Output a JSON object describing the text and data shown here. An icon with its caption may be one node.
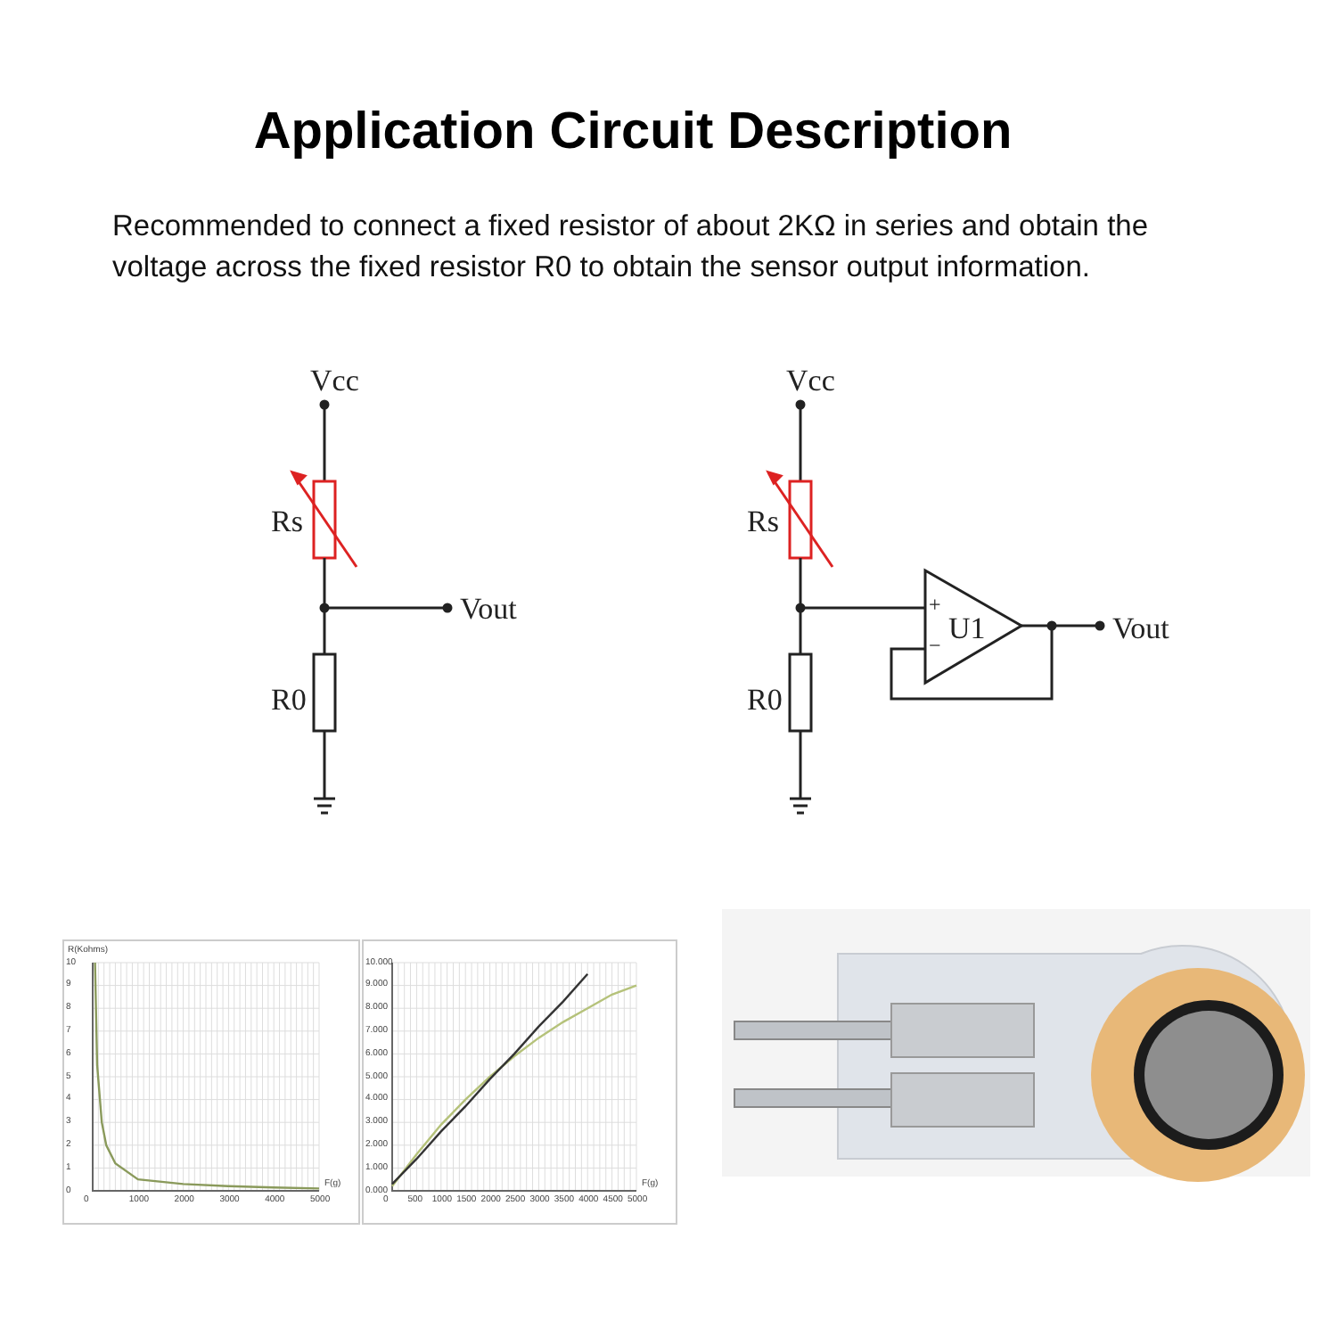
{
  "diagram": {
    "title": "Application Circuit Description",
    "caption": "Recommended to connect a fixed resistor of about 2KΩ in series and obtain the voltage across the fixed resistor R0 to obtain the sensor output information.",
    "labels": [
      "Vcc",
      "Rs",
      "Vout",
      "R0",
      "Vcc",
      "Rs",
      "+",
      "U1",
      "−",
      "Vout",
      "R0"
    ],
    "chart_data": [
      {
        "type": "line",
        "grid": true,
        "ylabel": "R(Kohms)",
        "xlabel": "F(g)",
        "x": [
          50,
          100,
          200,
          300,
          500,
          1000,
          2000,
          3000,
          4000,
          5000
        ],
        "series": [
          {
            "color": "#8a9a5b",
            "values": [
              10,
              5.5,
              3,
              2,
              1.2,
              0.5,
              0.3,
              0.2,
              0.15,
              0.1
            ]
          }
        ],
        "xlim": [
          0,
          5000
        ],
        "ylim": [
          0,
          10
        ],
        "xticks": [
          0,
          1000,
          2000,
          3000,
          4000,
          5000
        ],
        "yticks": [
          0,
          1,
          2,
          3,
          4,
          5,
          6,
          7,
          8,
          9,
          10
        ]
      },
      {
        "type": "line",
        "grid": true,
        "xlabel": "F(g)",
        "x": [
          0,
          500,
          1000,
          1500,
          2000,
          2500,
          3000,
          3500,
          4000,
          4500,
          5000
        ],
        "series": [
          {
            "color": "#b5c27a",
            "values": [
              0.2,
              1.6,
              2.9,
              4.0,
              5.0,
              5.9,
              6.7,
              7.4,
              8.0,
              8.6,
              9.0
            ]
          },
          {
            "color": "#333333",
            "values": [
              0.3,
              1.4,
              2.6,
              3.7,
              4.9,
              6.0,
              7.2,
              8.3,
              9.5,
              null,
              null
            ]
          }
        ],
        "xlim": [
          0,
          5000
        ],
        "ylim": [
          0,
          10
        ],
        "xticks": [
          0,
          500,
          1000,
          1500,
          2000,
          2500,
          3000,
          3500,
          4000,
          4500,
          5000
        ],
        "yticks": [
          {
            "value": 0,
            "label": "0.000"
          },
          {
            "value": 1,
            "label": "1.000"
          },
          {
            "value": 2,
            "label": "2.000"
          },
          {
            "value": 3,
            "label": "3.000"
          },
          {
            "value": 4,
            "label": "4.000"
          },
          {
            "value": 5,
            "label": "5.000"
          },
          {
            "value": 6,
            "label": "6.000"
          },
          {
            "value": 7,
            "label": "7.000"
          },
          {
            "value": 8,
            "label": "8.000"
          },
          {
            "value": 9,
            "label": "9.000"
          },
          {
            "value": 10,
            "label": "10.000"
          }
        ]
      }
    ]
  }
}
